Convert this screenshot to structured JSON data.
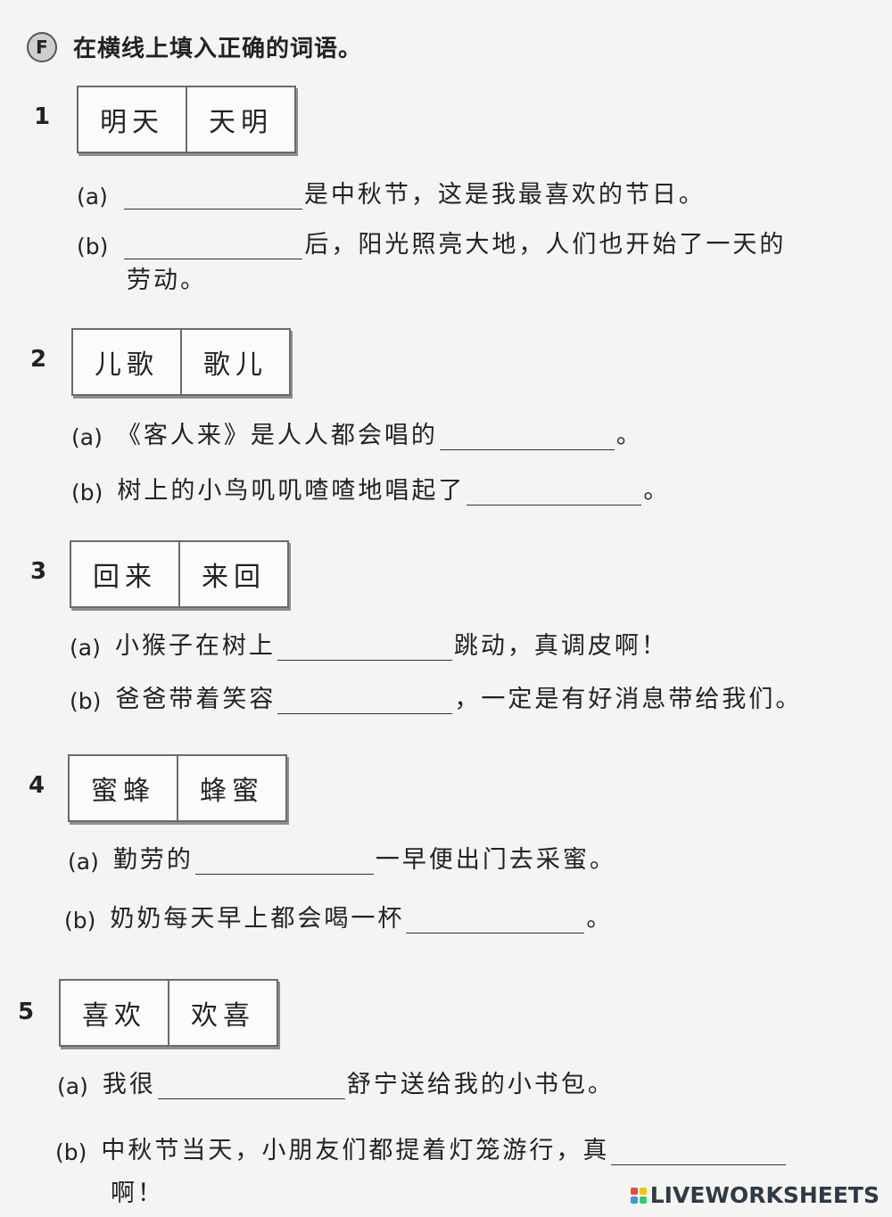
{
  "header": {
    "badge": "F",
    "instruction": "在横线上填入正确的词语。"
  },
  "questions": [
    {
      "number": "1",
      "words": [
        "明天",
        "天明"
      ],
      "items": [
        {
          "label": "(a)",
          "before": "",
          "after": "是中秋节，这是我最喜欢的节日。"
        },
        {
          "label": "(b)",
          "before": "",
          "after": "后，阳光照亮大地，人们也开始了一天的",
          "cont": "劳动。"
        }
      ]
    },
    {
      "number": "2",
      "words": [
        "儿歌",
        "歌儿"
      ],
      "items": [
        {
          "label": "(a)",
          "before": "《客人来》是人人都会唱的",
          "after": "。"
        },
        {
          "label": "(b)",
          "before": "树上的小鸟叽叽喳喳地唱起了",
          "after": "。"
        }
      ]
    },
    {
      "number": "3",
      "words": [
        "回来",
        "来回"
      ],
      "items": [
        {
          "label": "(a)",
          "before": "小猴子在树上",
          "after": "跳动，真调皮啊！"
        },
        {
          "label": "(b)",
          "before": "爸爸带着笑容",
          "after": "，一定是有好消息带给我们。"
        }
      ]
    },
    {
      "number": "4",
      "words": [
        "蜜蜂",
        "蜂蜜"
      ],
      "items": [
        {
          "label": "(a)",
          "before": "勤劳的",
          "after": "一早便出门去采蜜。"
        },
        {
          "label": "(b)",
          "before": "奶奶每天早上都会喝一杯",
          "after": "。"
        }
      ]
    },
    {
      "number": "5",
      "words": [
        "喜欢",
        "欢喜"
      ],
      "items": [
        {
          "label": "(a)",
          "before": "我很",
          "after": "舒宁送给我的小书包。"
        },
        {
          "label": "(b)",
          "before": "中秋节当天，小朋友们都提着灯笼游行，真",
          "after": "",
          "cont": "啊！"
        }
      ]
    }
  ],
  "footer": {
    "brand": "LIVEWORKSHEETS"
  },
  "colors": {
    "paper": "#f4f4f2",
    "ink": "#222222",
    "logo": [
      "#e74c3c",
      "#f1c40f",
      "#3498db",
      "#2ecc71"
    ]
  }
}
